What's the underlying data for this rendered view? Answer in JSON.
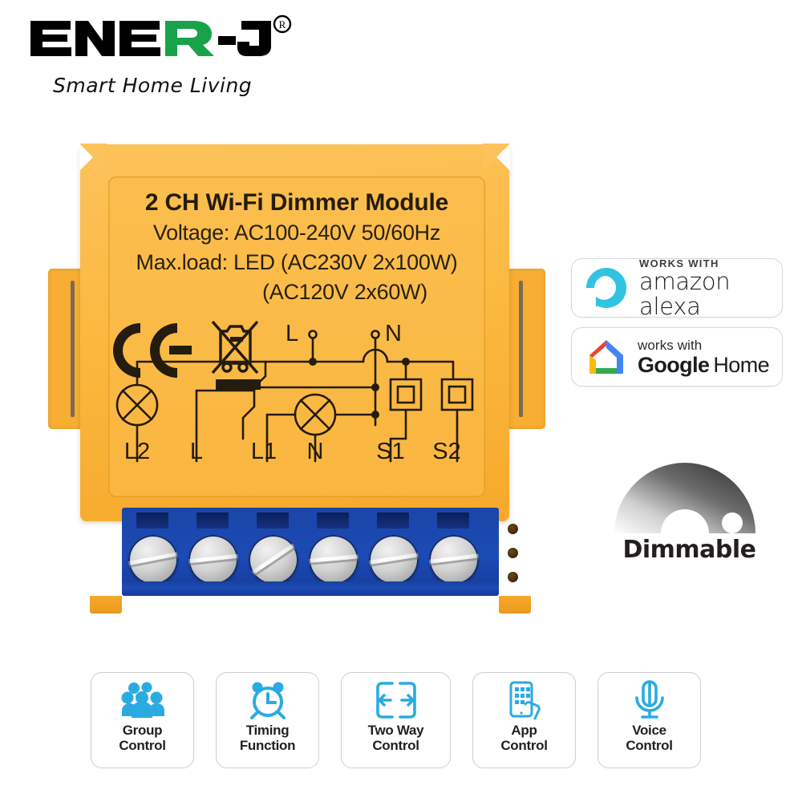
{
  "brand": {
    "name": "ENER-J",
    "registered_mark": "®",
    "tagline": "Smart Home Living",
    "accent_color": "#18A34A",
    "text_color": "#000000"
  },
  "product": {
    "title": "2 CH Wi-Fi Dimmer Module",
    "voltage_line": "Voltage: AC100-240V 50/60Hz",
    "maxload_line_1": "Max.load: LED (AC230V 2x100W)",
    "maxload_line_2": "(AC120V 2x60W)",
    "body_color": "#FBB940",
    "terminal_block_color": "#1B4BB5",
    "certification_marks": [
      "ce-mark",
      "weee-bin-icon"
    ],
    "terminals": [
      {
        "label": "L2"
      },
      {
        "label": "L"
      },
      {
        "label": "L1"
      },
      {
        "label": "N"
      },
      {
        "label": "S1"
      },
      {
        "label": "S2"
      }
    ],
    "diagram_supply_labels": [
      {
        "label": "L"
      },
      {
        "label": "N"
      }
    ],
    "screw_count": 6,
    "side_hole_count": 3
  },
  "badges": [
    {
      "id": "amazon-alexa",
      "works_with": "WORKS WITH",
      "brand": "amazon alexa",
      "icon": "alexa-ring-icon",
      "icon_color": "#31C3E0"
    },
    {
      "id": "google-home",
      "works_with": "works with",
      "brand_bold": "Google",
      "brand_light": "Home",
      "icon": "google-home-house-icon",
      "icon_colors": [
        "#EA4335",
        "#4285F4",
        "#FBBC05",
        "#34A853"
      ]
    }
  ],
  "dimmable": {
    "label": "Dimmable",
    "icon": "dimmer-arc-icon",
    "gradient_from": "#ffffff",
    "gradient_to": "#2b2b2b"
  },
  "features": [
    {
      "icon": "group-people-icon",
      "line1": "Group",
      "line2": "Control"
    },
    {
      "icon": "alarm-clock-icon",
      "line1": "Timing",
      "line2": "Function"
    },
    {
      "icon": "two-way-arrows-icon",
      "line1": "Two Way",
      "line2": "Control"
    },
    {
      "icon": "phone-hand-icon",
      "line1": "App",
      "line2": "Control"
    },
    {
      "icon": "microphone-icon",
      "line1": "Voice",
      "line2": "Control"
    }
  ],
  "feature_icon_color": "#29ABE2"
}
